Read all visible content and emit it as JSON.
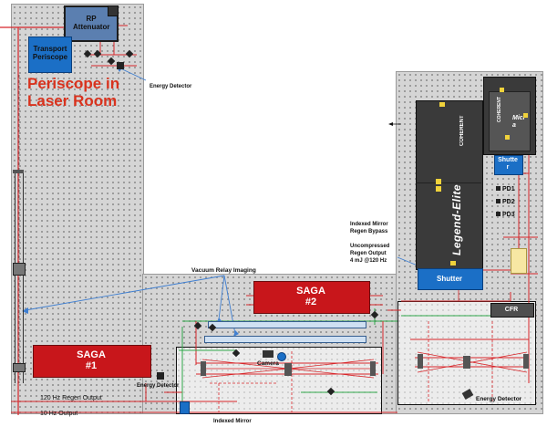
{
  "labels": {
    "rp_attenuator": "RP\nAttenuator",
    "transport_periscope": "Transport\nPeriscope",
    "energy_detector_top": "Energy Detector",
    "periscope_title": "Periscope in\nLaser Room",
    "vacuum_relay": "Vacuum Relay Imaging",
    "saga2": "SAGA\n#2",
    "saga1": "SAGA\n#1",
    "energy_detector_left": "Energy Detector",
    "camera": "Camera",
    "indexed_mirror_bottom": "Indexed Mirror",
    "regen_120": "120 Hz Regen Output",
    "output_10": "10 Hz Output",
    "indexed_mirror_bypass": "Indexed Mirror\nRegen Bypass",
    "uncompressed_regen": "Uncompressed\nRegen Output\n4 mJ @120 Hz",
    "shutter_main": "Shutter",
    "shutter_r": "Shutte\nr",
    "pd1": "PD1",
    "pd2": "PD2",
    "pd3": "PD3",
    "cfr": "CFR",
    "energy_detector_right": "Energy Detector",
    "legend_elite": "Legend-Elite",
    "coherent": "COHERENT",
    "micra": "Micr\na",
    "coherent_small": "COHERENT"
  },
  "colors": {
    "beam_red": "#d8262a",
    "beam_green": "#2fa84a",
    "callout_blue": "#3f7fd1",
    "table": "#d5d5d5",
    "saga_red": "#c8161b",
    "component_blue": "#1b6fc6",
    "laser_dark": "#3a3a3a"
  }
}
